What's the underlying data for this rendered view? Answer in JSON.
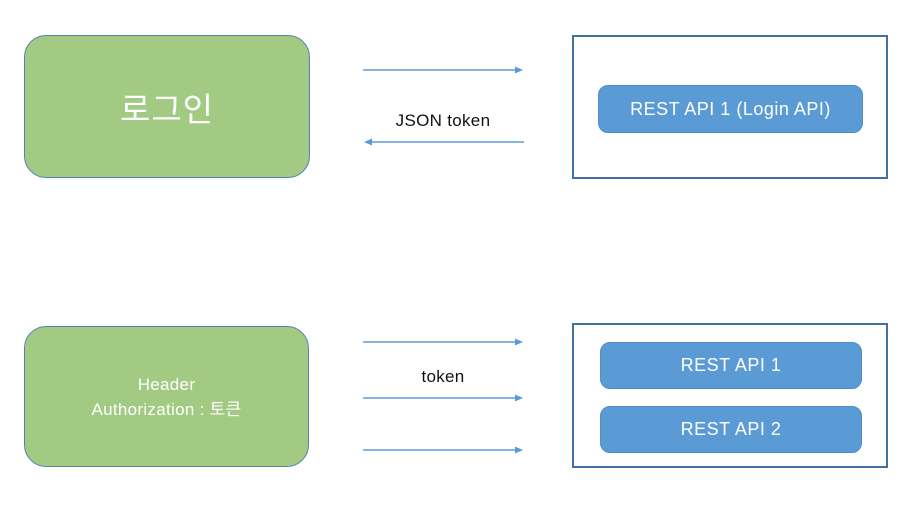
{
  "colors": {
    "client_fill": "#A3CA83",
    "client_border": "#5581AE",
    "server_box_border": "#41719C",
    "api_button_fill": "#5B9BD5",
    "api_button_text": "#FFFFFF",
    "arrow": "#5B9BD5",
    "label_text": "#111111"
  },
  "top_flow": {
    "client_label": "로그인",
    "return_label": "JSON token",
    "api_buttons": [
      {
        "label": "REST API 1 (Login API)"
      }
    ]
  },
  "bottom_flow": {
    "client_label_line1": "Header",
    "client_label_line2": "Authorization : 토큰",
    "request_label": "token",
    "api_buttons": [
      {
        "label": "REST API 1"
      },
      {
        "label": "REST API 2"
      }
    ]
  }
}
